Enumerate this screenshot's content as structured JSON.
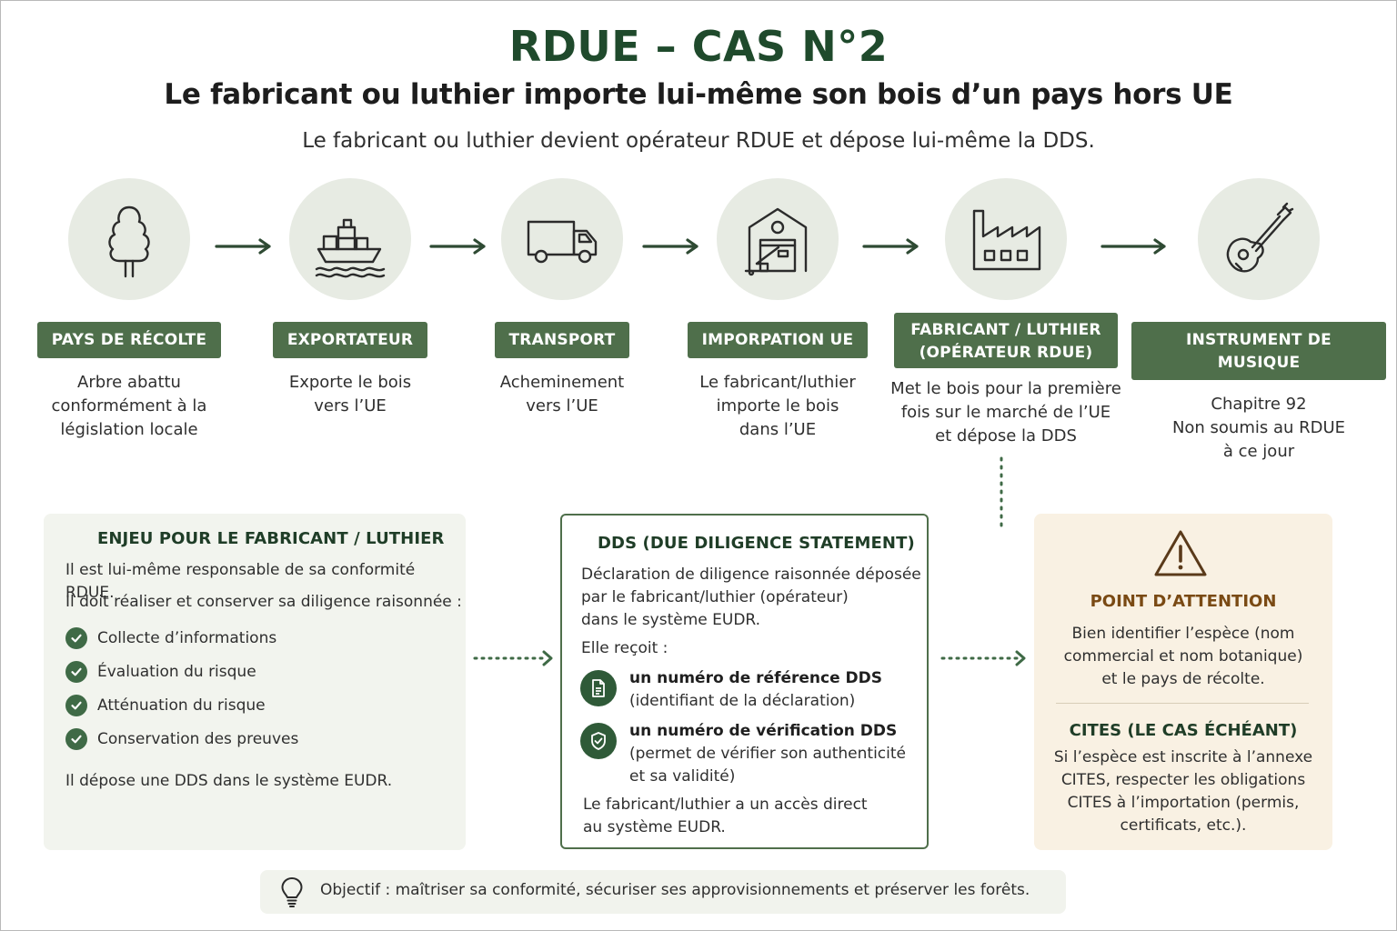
{
  "header": {
    "title": "RDUE – CAS N°2",
    "subtitle": "Le fabricant ou luthier importe lui-même son bois d’un pays hors UE",
    "tagline": "Le fabricant ou luthier devient opérateur RDUE et dépose lui-même la DDS."
  },
  "steps": [
    {
      "icon": "tree-icon",
      "label": "PAYS DE RÉCOLTE",
      "desc": [
        "Arbre abattu",
        "conformément à la",
        "législation locale"
      ]
    },
    {
      "icon": "cargo-ship-icon",
      "label": "EXPORTATEUR",
      "desc": [
        "Exporte le bois",
        "vers l’UE"
      ]
    },
    {
      "icon": "truck-icon",
      "label": "TRANSPORT",
      "desc": [
        "Acheminement",
        "vers l’UE"
      ]
    },
    {
      "icon": "warehouse-icon",
      "label": "IMPORPATION UE",
      "desc": [
        "Le fabricant/luthier",
        "importe le bois",
        "dans l’UE"
      ]
    },
    {
      "icon": "factory-icon",
      "label": "FABRICANT / LUTHIER",
      "label2": "(OPÉRATEUR RDUE)",
      "desc": [
        "Met le bois pour la première",
        "fois sur le marché de l’UE",
        "et dépose la DDS"
      ]
    },
    {
      "icon": "guitar-icon",
      "label": "INSTRUMENT DE MUSIQUE",
      "desc": [
        "Chapitre 92",
        "Non soumis au RDUE",
        "à ce jour"
      ]
    }
  ],
  "enjeu": {
    "heading": "ENJEU POUR LE FABRICANT / LUTHIER",
    "line1": "Il est lui-même responsable de sa conformité RDUE.",
    "line2": "Il doit réaliser et conserver sa diligence raisonnée :",
    "items": [
      "Collecte d’informations",
      "Évaluation du risque",
      "Atténuation du risque",
      "Conservation des preuves"
    ],
    "footer": "Il dépose une DDS dans le système EUDR."
  },
  "dds": {
    "heading": "DDS (DUE DILIGENCE STATEMENT)",
    "intro": [
      "Déclaration de diligence raisonnée déposée",
      "par le fabricant/luthier (opérateur)",
      "dans le système EUDR."
    ],
    "receives": "Elle reçoit :",
    "ref_title": "un numéro de référence DDS",
    "ref_desc": "(identifiant de la déclaration)",
    "verif_title": "un numéro de vérification DDS",
    "verif_desc": [
      "(permet de vérifier son authenticité",
      "et sa validité)"
    ],
    "footer": [
      "Le fabricant/luthier a un accès direct",
      "au système EUDR."
    ]
  },
  "attention": {
    "heading": "POINT D’ATTENTION",
    "text": [
      "Bien identifier l’espèce (nom",
      "commercial et nom botanique)",
      "et le pays de récolte."
    ],
    "cites_heading": "CITES (LE CAS ÉCHÉANT)",
    "cites_text": [
      "Si l’espèce est inscrite à l’annexe",
      "CITES, respecter les obligations",
      "CITES à l’importation (permis,",
      "certificats, etc.)."
    ]
  },
  "footer": {
    "icon": "lightbulb-icon",
    "text": "Objectif : maîtriser sa conformité, sécuriser ses approvisionnements et préserver les forêts."
  },
  "colors": {
    "brand_green": "#1f4a2c",
    "badge_green": "#4f6f4b",
    "circle_bg": "#e7ebe3",
    "warn_bg": "#f9f1e3",
    "warn_text": "#7a4a14"
  }
}
